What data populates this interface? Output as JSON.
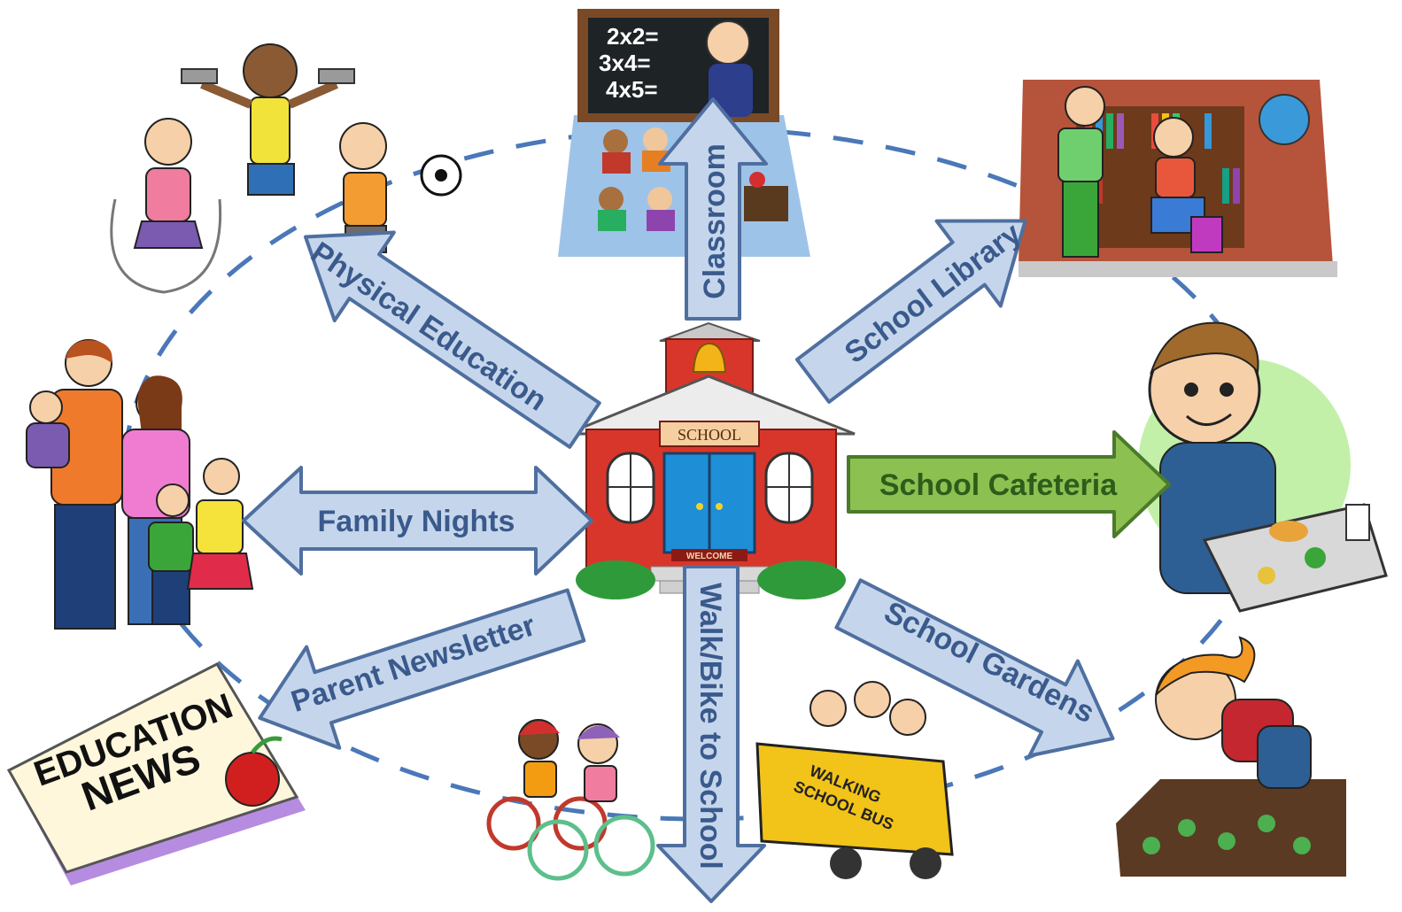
{
  "diagram": {
    "center": {
      "sign": "SCHOOL",
      "mat": "WELCOME"
    },
    "spokes": [
      {
        "id": "classroom",
        "label": "Classroom"
      },
      {
        "id": "school-library",
        "label": "School Library"
      },
      {
        "id": "school-cafeteria",
        "label": "School Cafeteria"
      },
      {
        "id": "school-gardens",
        "label": "School Gardens"
      },
      {
        "id": "walk-bike-to-school",
        "label": "Walk/Bike to School"
      },
      {
        "id": "parent-newsletter",
        "label": "Parent Newsletter"
      },
      {
        "id": "family-nights",
        "label": "Family Nights"
      },
      {
        "id": "physical-education",
        "label": "Physical Education"
      }
    ],
    "illustrations": {
      "chalkboard": [
        "2x2=",
        "3x4=",
        "4x5="
      ],
      "newspaper": [
        "EDUCATION",
        "NEWS"
      ],
      "bus": [
        "WALKING",
        "SCHOOL BUS"
      ]
    },
    "colors": {
      "arrow_fill": "#c5d6ec",
      "arrow_stroke": "#4f6fa0",
      "arrow_text": "#3a5a8c",
      "cafeteria_fill": "#8cc152",
      "cafeteria_stroke": "#4b7a2a",
      "cafeteria_text": "#2e5c1a",
      "school_red": "#d9362b",
      "dashed_circle": "#4a78b8"
    }
  }
}
